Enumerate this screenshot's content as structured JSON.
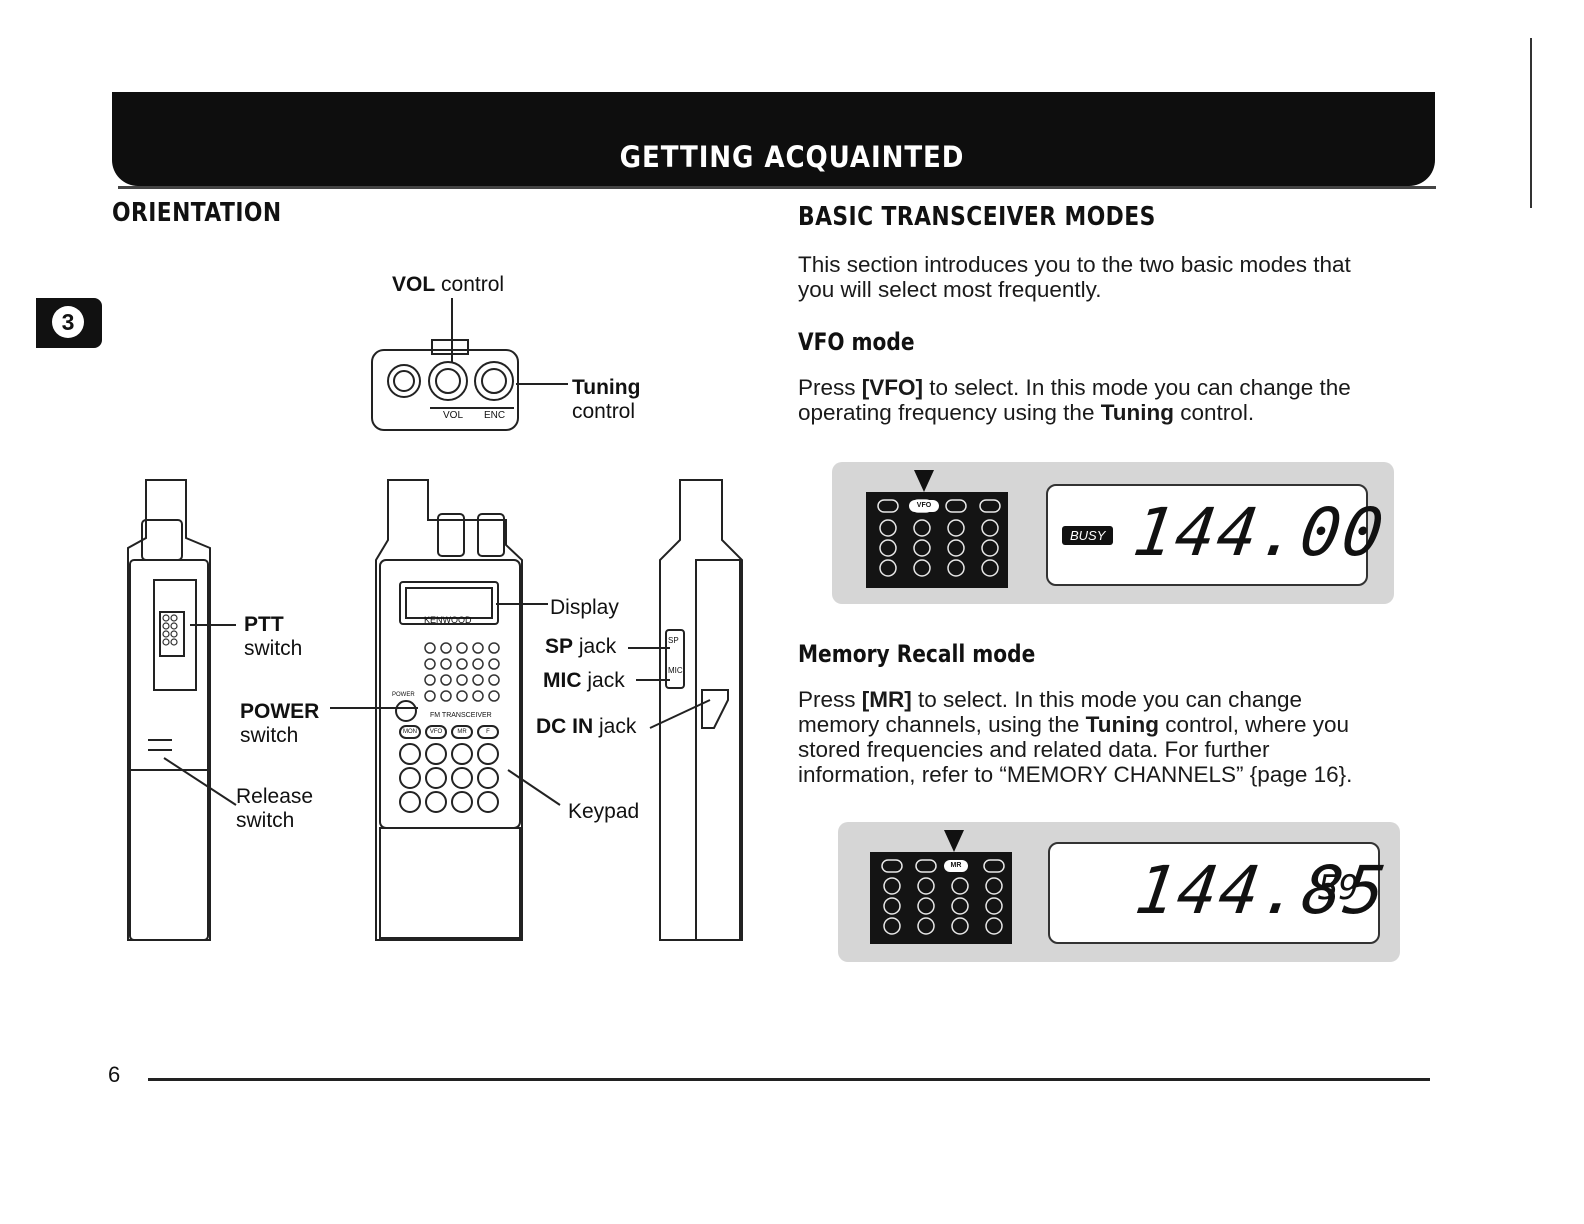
{
  "header": {
    "title": "GETTING ACQUAINTED"
  },
  "chapter": {
    "number": "3"
  },
  "left": {
    "heading": "ORIENTATION",
    "top_view": {
      "vol": "VOL",
      "vol_suffix": "control",
      "knob_vol": "VOL",
      "knob_enc": "ENC",
      "tuning": "Tuning",
      "tuning_suffix": "control"
    },
    "labels": {
      "ptt": "PTT",
      "ptt_suffix": "switch",
      "power": "POWER",
      "power_suffix": "switch",
      "release_1": "Release",
      "release_2": "switch",
      "display": "Display",
      "sp": "SP",
      "sp_suffix": "jack",
      "mic": "MIC",
      "mic_suffix": "jack",
      "dcin": "DC IN",
      "dcin_suffix": "jack",
      "keypad": "Keypad"
    },
    "device": {
      "brand": "KENWOOD",
      "model_text": "FM TRANSCEIVER",
      "power_mark": "POWER",
      "keys": [
        "MON",
        "VFO",
        "MR",
        "F"
      ],
      "side_jacks": [
        "SP",
        "MIC"
      ]
    }
  },
  "right": {
    "heading": "BASIC TRANSCEIVER MODES",
    "intro": [
      "This section introduces you to the two basic modes that",
      "you will select most frequently."
    ],
    "vfo": {
      "heading": "VFO mode",
      "lines": [
        {
          "pre": "Press ",
          "bold": "[VFO]",
          "post": " to select.  In this mode you can change the"
        },
        {
          "pre": "operating frequency using the ",
          "bold": "Tuning",
          "post": " control."
        }
      ],
      "key_label": "VFO",
      "busy": "BUSY",
      "frequency": "144.00"
    },
    "memory": {
      "heading": "Memory Recall mode",
      "lines": [
        {
          "pre": "Press ",
          "bold": "[MR]",
          "post": " to select.  In this mode you can change"
        },
        {
          "pre": "memory channels, using the ",
          "bold": "Tuning",
          "post": " control, where you"
        },
        {
          "pre": "stored frequencies and related data.  For further",
          "bold": "",
          "post": ""
        },
        {
          "pre": "information, refer to “MEMORY CHANNELS” {page 16}.",
          "bold": "",
          "post": ""
        }
      ],
      "key_label": "MR",
      "frequency": "144.85",
      "channel": "59"
    }
  },
  "footer": {
    "page": "6"
  }
}
